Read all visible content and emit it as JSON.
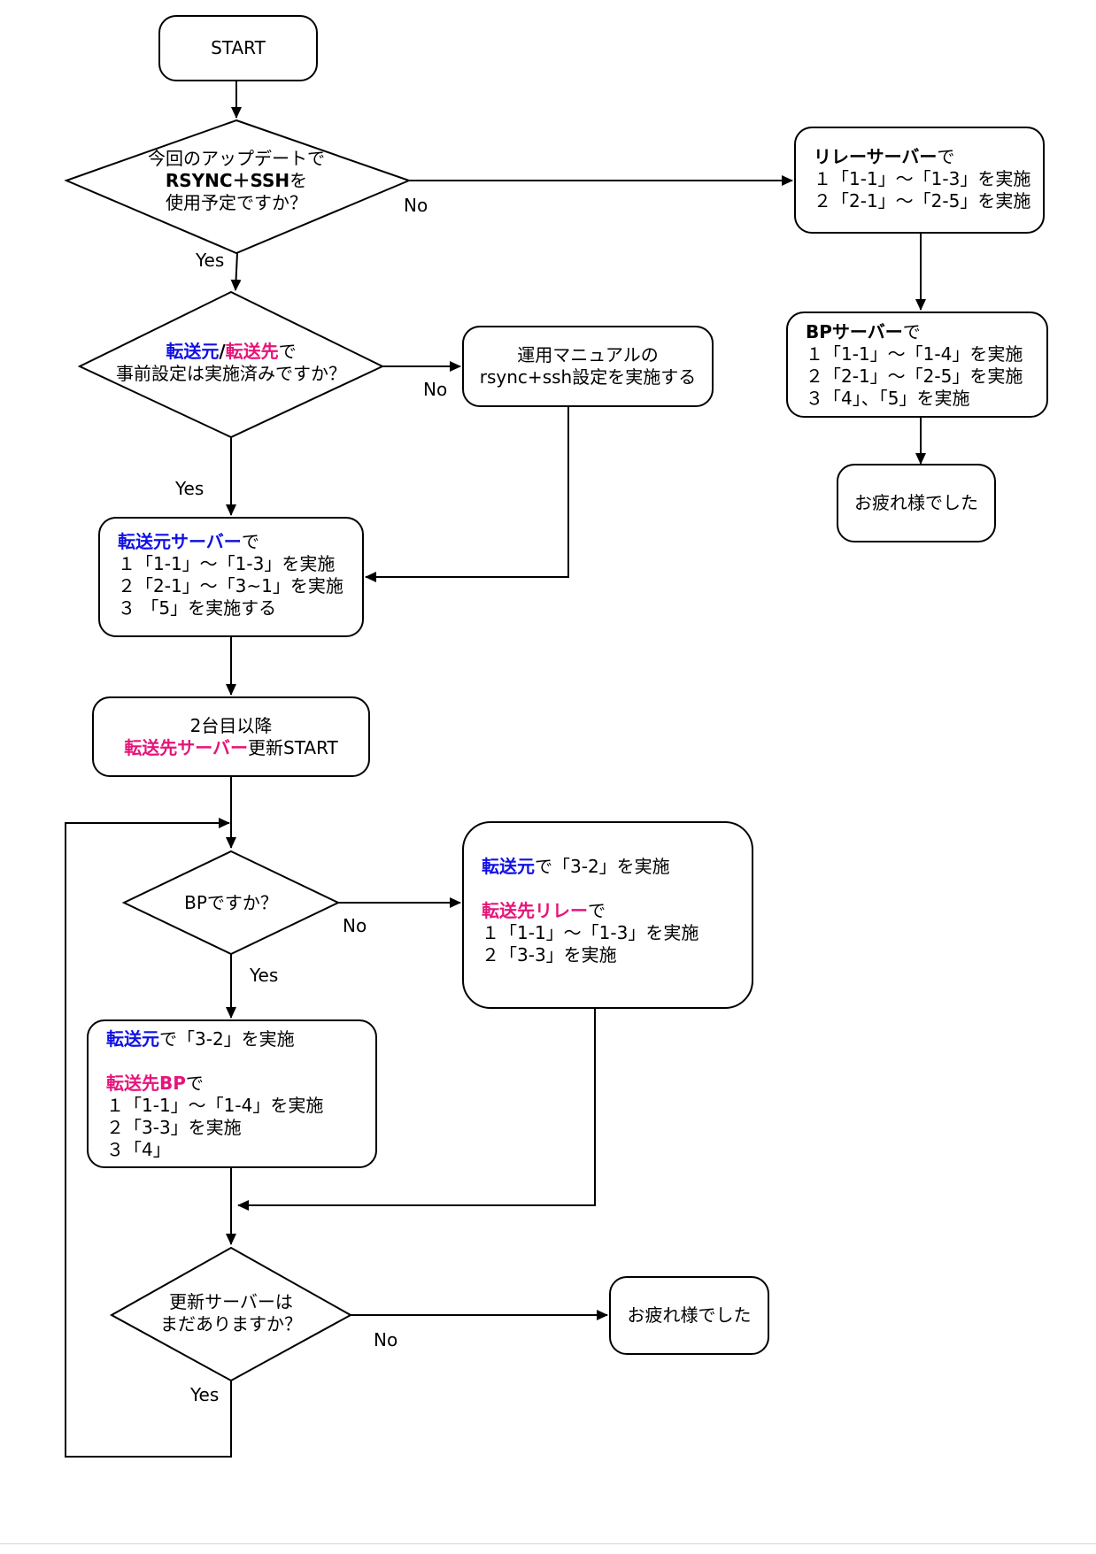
{
  "start": {
    "label": "START"
  },
  "d1": {
    "l1": "今回のアップデートで",
    "l2": "RSYNC＋SSH",
    "l2_suffix": "を",
    "l3": "使用予定ですか？",
    "no": "No",
    "yes": "Yes"
  },
  "relay": {
    "head": "リレーサーバー",
    "head_suffix": "で",
    "l1": "１「1-1」～「1-3」を実施",
    "l2": "２「2-1」～「2-5」を実施"
  },
  "bp": {
    "head": "BPサーバー",
    "head_suffix": "で",
    "l1": "１「1-1」～「1-4」を実施",
    "l2": "２「2-1」～「2-5」を実施",
    "l3": "３「4」、「5」を実施"
  },
  "done_top": {
    "label": "お疲れ様でした"
  },
  "d2": {
    "src": "転送元",
    "slash": "/",
    "dst": "転送先",
    "suffix": "で",
    "l2": "事前設定は実施済みですか？",
    "no": "No",
    "yes": "Yes"
  },
  "manual": {
    "l1": "運用マニュアルの",
    "l2": "rsync+ssh設定を実施する"
  },
  "srcserver": {
    "head": "転送元サーバー",
    "head_suffix": "で",
    "l1": "１「1-1」～「1-3」を実施",
    "l2": "２「2-1」～「3~1」を実施",
    "l3": "３ 「5」を実施する"
  },
  "second": {
    "l1": "2台目以降",
    "l2_colored": "転送先サーバー",
    "l2_suffix": "更新START"
  },
  "d3": {
    "label": "BPですか？",
    "no": "No",
    "yes": "Yes"
  },
  "relaybox": {
    "src": "転送元",
    "src_suffix": "で「3-2」を実施",
    "dst": "転送先リレー",
    "dst_suffix": "で",
    "l1": "１「1-1」～「1-3」を実施",
    "l2": "２「3-3」を実施"
  },
  "bpbox": {
    "src": "転送元",
    "src_suffix": "で「3-2」を実施",
    "dst": "転送先BP",
    "dst_suffix": "で",
    "l1": "１「1-1」～「1-4」を実施",
    "l2": "２「3-3」を実施",
    "l3": "３「4」"
  },
  "d4": {
    "l1": "更新サーバーは",
    "l2": "まだありますか？",
    "no": "No",
    "yes": "Yes"
  },
  "done_bottom": {
    "label": "お疲れ様でした"
  },
  "colors": {
    "blue": "#1010e6",
    "pink": "#e6147a"
  }
}
